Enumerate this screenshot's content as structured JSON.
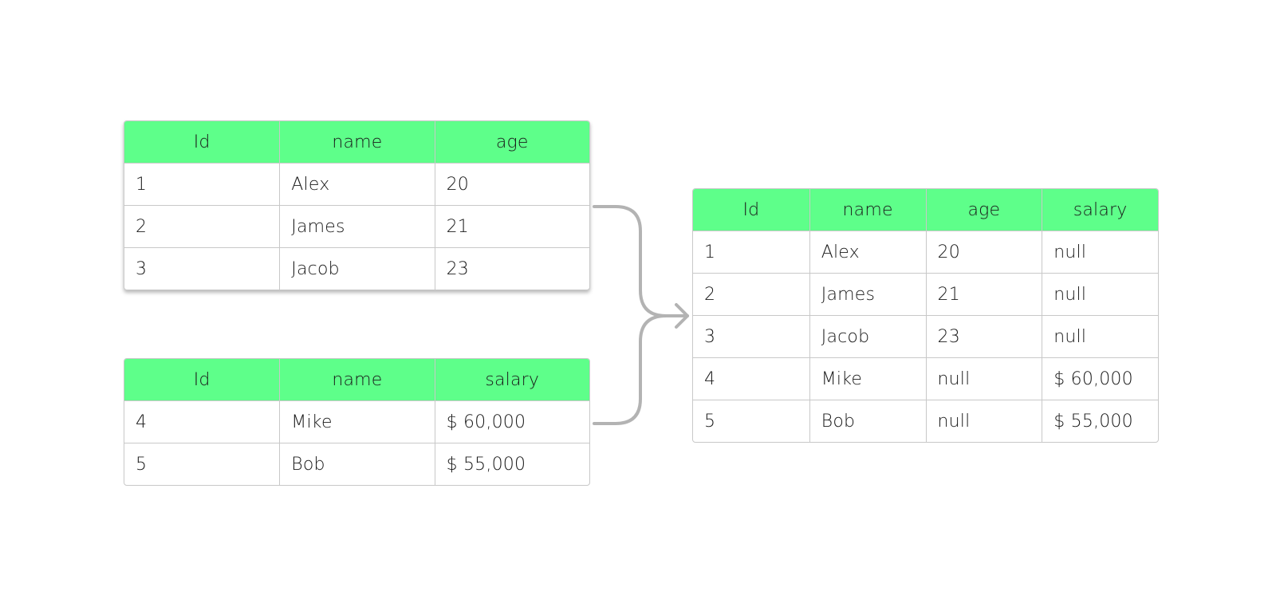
{
  "table_people": {
    "headers": [
      "Id",
      "name",
      "age"
    ],
    "rows": [
      [
        "1",
        "Alex",
        "20"
      ],
      [
        "2",
        "James",
        "21"
      ],
      [
        "3",
        "Jacob",
        "23"
      ]
    ]
  },
  "table_salary": {
    "headers": [
      "Id",
      "name",
      "salary"
    ],
    "rows": [
      [
        "4",
        "Mike",
        "$ 60,000"
      ],
      [
        "5",
        "Bob",
        "$ 55,000"
      ]
    ]
  },
  "table_result": {
    "headers": [
      "Id",
      "name",
      "age",
      "salary"
    ],
    "rows": [
      [
        "1",
        "Alex",
        "20",
        "null"
      ],
      [
        "2",
        "James",
        "21",
        "null"
      ],
      [
        "3",
        "Jacob",
        "23",
        "null"
      ],
      [
        "4",
        "Mike",
        "null",
        "$ 60,000"
      ],
      [
        "5",
        "Bob",
        "null",
        "$ 55,000"
      ]
    ]
  },
  "colors": {
    "header_bg": "#5eff8a",
    "border": "#c8c8c8",
    "connector": "#b3b3b3"
  },
  "icons": {
    "connector": "merge-arrow-icon"
  }
}
